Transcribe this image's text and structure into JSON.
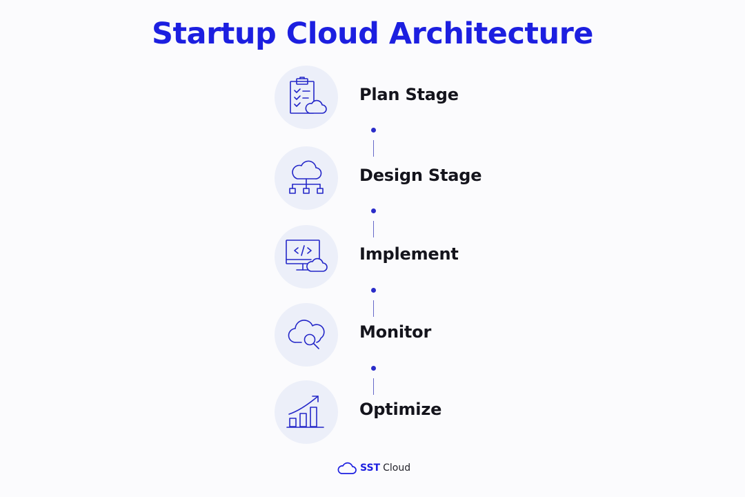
{
  "title": "Startup Cloud Architecture",
  "accent_color": "#1c1fe0",
  "stages": [
    {
      "label": "Plan Stage",
      "icon": "clipboard-checklist-cloud-icon"
    },
    {
      "label": "Design Stage",
      "icon": "cloud-network-icon"
    },
    {
      "label": "Implement",
      "icon": "monitor-code-cloud-icon"
    },
    {
      "label": "Monitor",
      "icon": "cloud-search-icon"
    },
    {
      "label": "Optimize",
      "icon": "growth-chart-icon"
    }
  ],
  "footer": {
    "brand": "SST",
    "suffix": "Cloud",
    "icon": "cloud-logo-icon"
  }
}
